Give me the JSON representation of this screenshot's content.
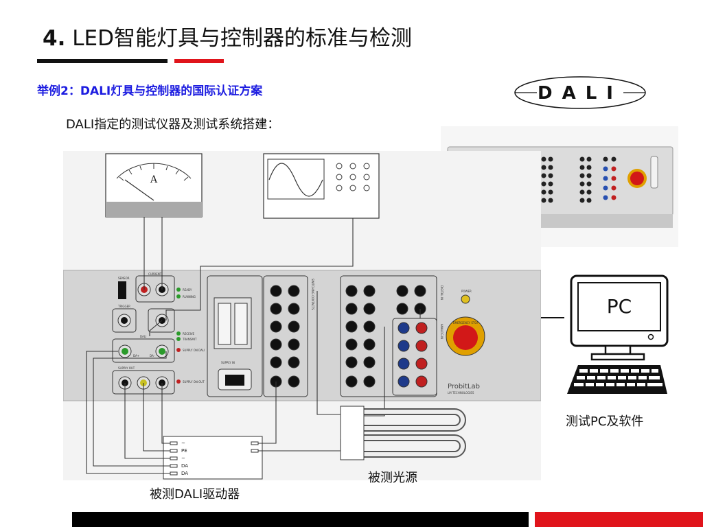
{
  "slide": {
    "title_num": "4.",
    "title_text": " LED智能灯具与控制器的标准与检测",
    "example": "举例2：DALI灯具与控制器的国际认证方案",
    "subtitle": "DALI指定的测试仪器及测试系统搭建："
  },
  "logo": {
    "text": "DALI"
  },
  "diagram": {
    "ammeter_symbol": "A",
    "pc_label": "PC",
    "panel_labels": {
      "sensor": "SENSOR",
      "current": "CURRENT",
      "ready": "READY",
      "running": "RUNNING",
      "trigger": "TRIGGER",
      "dali": "DALI",
      "receive": "RECEIVE",
      "transmit": "TRANSMIT",
      "supply_on_dali": "SUPPLY ON DALI",
      "supply_out": "SUPPLY OUT",
      "supply_on_out": "SUPPLY ON OUT",
      "supply_in": "SUPPLY IN",
      "switching_contacts": "SWITCHING CONTACTS",
      "digital_in": "DIGITAL IN",
      "analog_in": "ANALOG IN",
      "power": "POWER",
      "emergency_stop": "EMERGENCY STOP",
      "brand": "ProbitLab",
      "brand_sub": "LM TECHNOLOGIES",
      "dali_plus": "DA+",
      "dali_minus": "DA-"
    },
    "driver_terminals": [
      "~",
      "PE",
      "~",
      "DA",
      "DA"
    ]
  },
  "captions": {
    "pc": "测试PC及软件",
    "light": "被测光源",
    "driver": "被测DALI驱动器"
  },
  "colors": {
    "title_accent": "#e0141b",
    "example_text": "#1c1ce0",
    "panel": "#d4d4d4"
  }
}
